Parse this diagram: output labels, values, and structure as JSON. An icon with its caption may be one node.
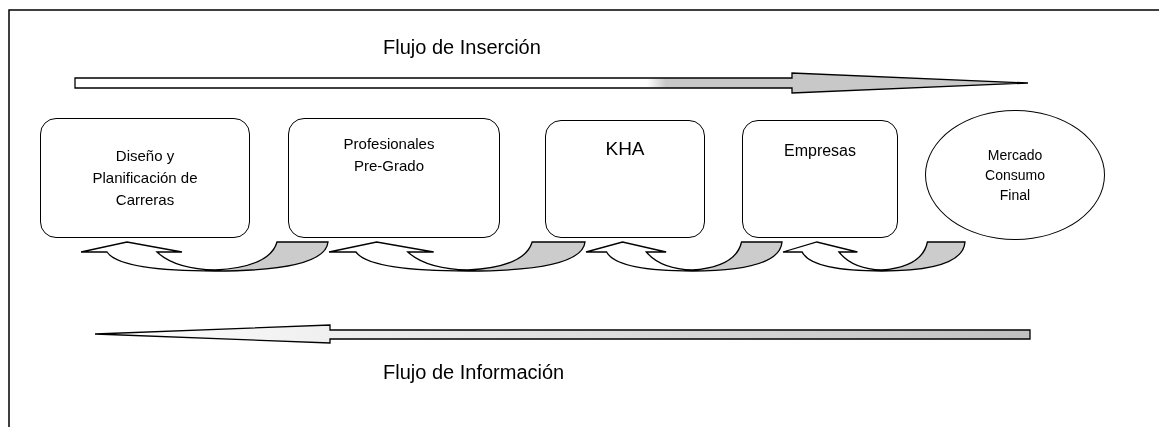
{
  "diagram": {
    "nodes": [
      {
        "text": [
          "Diseño y Planificación de Carreras"
        ]
      },
      {
        "text": [
          "Profesionales Pre-Grado"
        ]
      },
      {
        "text": [
          "KHA"
        ]
      },
      {
        "text": [
          "Empresas"
        ]
      },
      {
        "text": [
          "Mercado Consumo Final"
        ]
      }
    ],
    "edges": [
      {
        "from": 1,
        "to": 0,
        "arrow": "to"
      },
      {
        "from": 2,
        "to": 1,
        "arrow": "to"
      },
      {
        "from": 3,
        "to": 2,
        "arrow": "to"
      },
      {
        "from": 4,
        "to": 3,
        "arrow": "to"
      }
    ],
    "labels": [
      "Flujo de Inserción",
      "Flujo de Información"
    ]
  }
}
